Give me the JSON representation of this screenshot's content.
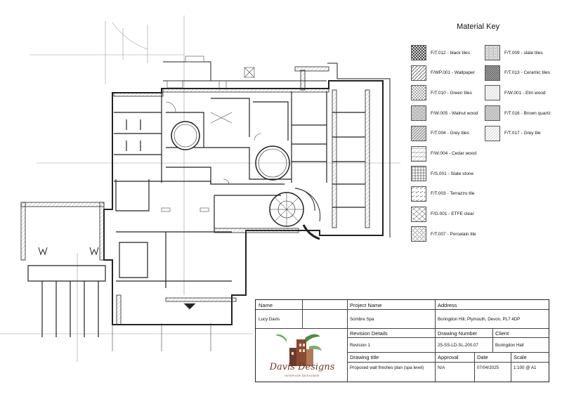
{
  "material_key": {
    "title": "Material Key",
    "items": [
      {
        "label": "F/T.012 - black tiles",
        "pattern": "p-black"
      },
      {
        "label": "F/WP.001 - Wallpaper",
        "pattern": "p-wallpaper"
      },
      {
        "label": "F/T.010 - Green tiles",
        "pattern": "p-green"
      },
      {
        "label": "F/W.005 - Walnut wood",
        "pattern": "p-walnut"
      },
      {
        "label": "F/T.004 - Grey tiles",
        "pattern": "p-grey"
      },
      {
        "label": "F/W.004 - Cedar wood",
        "pattern": "p-cedar"
      },
      {
        "label": "F/S.001 - Slate stone",
        "pattern": "p-slate"
      },
      {
        "label": "F/T.003 - Terrazzo tile",
        "pattern": "p-terrazzo"
      },
      {
        "label": "F/G.001 - ETFE clear",
        "pattern": "p-etfe"
      },
      {
        "label": "F/T.007 - Porcelain tile",
        "pattern": "p-porcelain"
      },
      {
        "label": "F/T.009 - slate tiles",
        "pattern": "p-slatetiles"
      },
      {
        "label": "F/T.013 - Ceramic tiles",
        "pattern": "p-ceramic"
      },
      {
        "label": "F/W.001 - Elm wood",
        "pattern": "p-elm"
      },
      {
        "label": "F/T.016 - Brown quartz",
        "pattern": "p-quartz"
      },
      {
        "label": "F/T.017 - Grey tile",
        "pattern": "p-greytile"
      }
    ]
  },
  "title_block": {
    "name_label": "Name",
    "name_value": "Lucy Davis",
    "project_label": "Project Name",
    "project_value": "Sombre Spa",
    "address_label": "Address",
    "address_value": "Boringdon Hill, Plymouth, Devon, PL7 4DP",
    "revision_label": "Revision Details",
    "revision_value": "Revision 1",
    "drawing_number_label": "Drawing Number",
    "drawing_number_value": "25-SS-LD-SL-200.07",
    "client_label": "Client",
    "client_value": "Boringdon Hall",
    "drawing_title_label": "Drawing title",
    "drawing_title_value": "Proposed wall finishes plan (spa level)",
    "approval_label": "Approval",
    "approval_value": "N/A",
    "date_label": "Date",
    "date_value": "07/04/2025",
    "scale_label": "Scale",
    "scale_value": "1:100 @ A1",
    "logo_text": "Davis Designs",
    "logo_subtext": "INTERIOR DESIGNER"
  },
  "colors": {
    "line": "#222222",
    "hatch": "#555555",
    "logo_brown": "#6b3a2a",
    "logo_green": "#4c8a4a"
  }
}
